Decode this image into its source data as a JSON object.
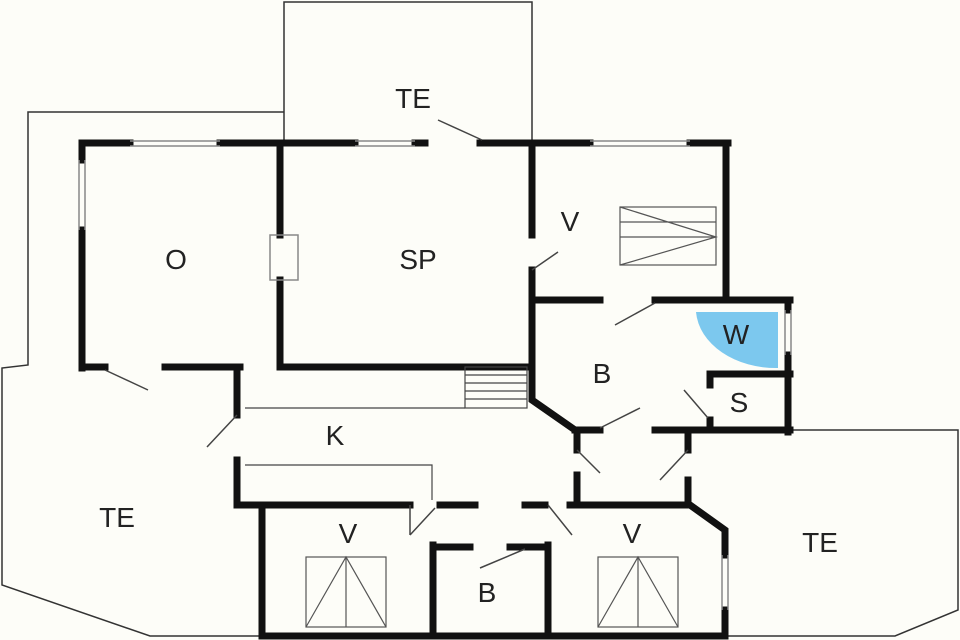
{
  "colors": {
    "background": "#fdfdf8",
    "wall": "#111111",
    "wardrobe_fill": "#7cc8ee"
  },
  "rooms": [
    {
      "id": "te-top",
      "label": "TE"
    },
    {
      "id": "o",
      "label": "O"
    },
    {
      "id": "sp",
      "label": "SP"
    },
    {
      "id": "v-top",
      "label": "V"
    },
    {
      "id": "w",
      "label": "W"
    },
    {
      "id": "b-right",
      "label": "B"
    },
    {
      "id": "s",
      "label": "S"
    },
    {
      "id": "k",
      "label": "K"
    },
    {
      "id": "te-left",
      "label": "TE"
    },
    {
      "id": "v-left",
      "label": "V"
    },
    {
      "id": "b-bottom",
      "label": "B"
    },
    {
      "id": "v-right",
      "label": "V"
    },
    {
      "id": "te-right",
      "label": "TE"
    }
  ]
}
